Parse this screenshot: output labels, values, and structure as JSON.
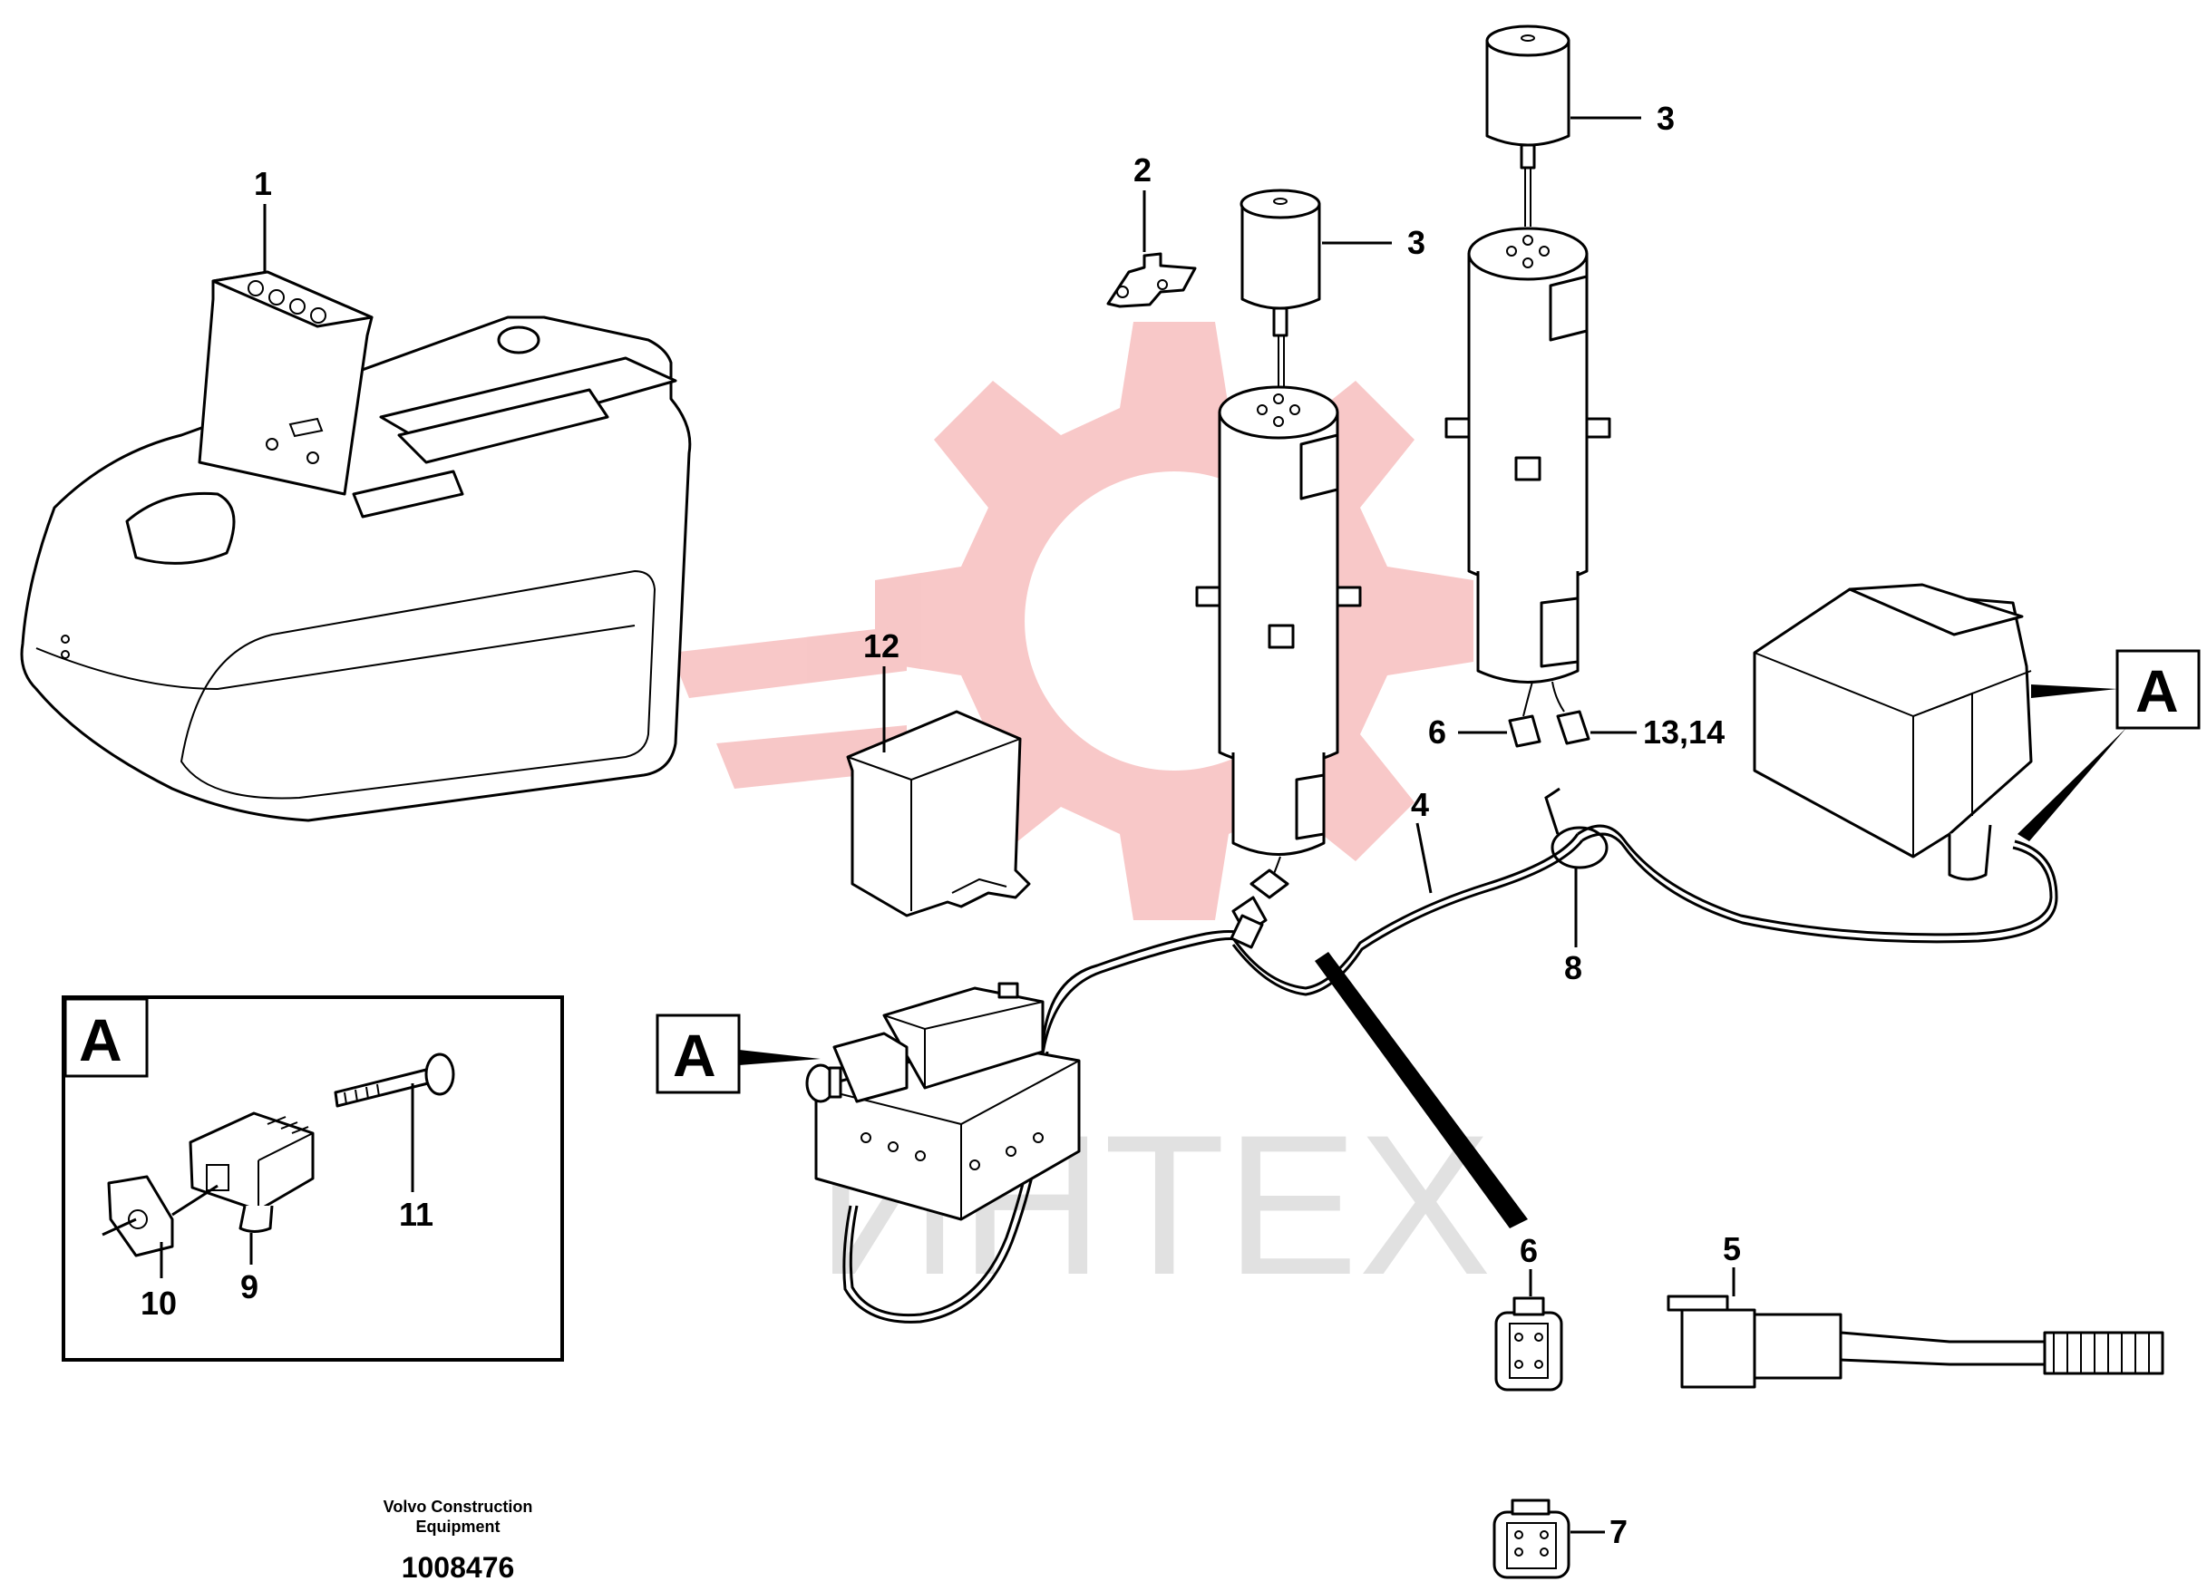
{
  "callouts": {
    "c1": "1",
    "c2": "2",
    "c3a": "3",
    "c3b": "3",
    "c4": "4",
    "c5": "5",
    "c6a": "6",
    "c6b": "6",
    "c7": "7",
    "c8": "8",
    "c9": "9",
    "c10": "10",
    "c11": "11",
    "c12": "12",
    "c1314": "13,14"
  },
  "detail_marks": {
    "main_right": "A",
    "main_left": "A",
    "inset": "A"
  },
  "footer": {
    "company_line1": "Volvo Construction",
    "company_line2": "Equipment",
    "drawing_number": "1008476"
  },
  "watermark": {
    "text": "ИНТЕХ",
    "gear_color": "#f5b5b5",
    "text_color": "#dcdcdc"
  }
}
